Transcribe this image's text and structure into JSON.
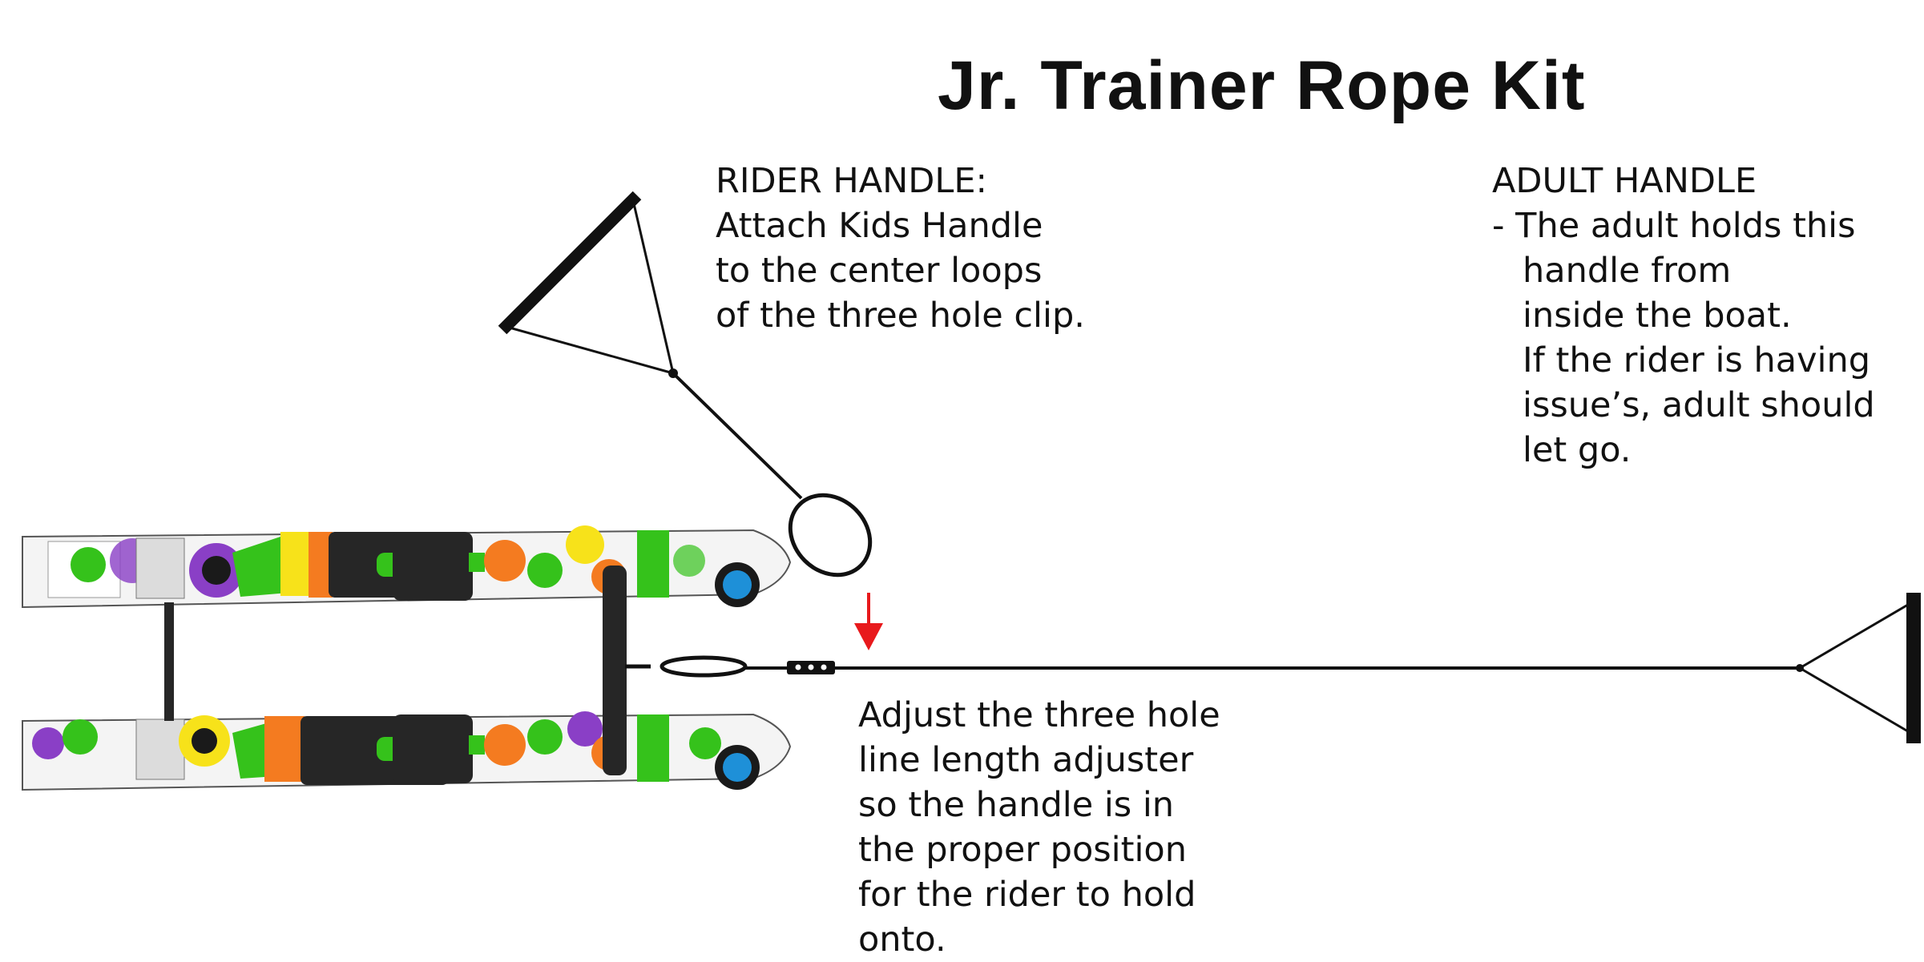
{
  "title": "Jr. Trainer Rope Kit",
  "rider_handle": {
    "heading": "RIDER HANDLE:",
    "lines": [
      "Attach Kids Handle",
      "to the center loops",
      "of the three hole clip."
    ]
  },
  "adult_handle": {
    "heading": "ADULT HANDLE",
    "lines": [
      "- The adult holds this",
      "handle from",
      "inside the boat.",
      "If the rider is having",
      "issue’s, adult should",
      "let go."
    ]
  },
  "adjuster": {
    "lines": [
      "Adjust the three hole",
      "line length adjuster",
      "so the handle is in",
      "the proper position",
      "for the rider to hold",
      "onto."
    ]
  },
  "colors": {
    "line": "#111111",
    "arrow": "#e8191c",
    "ski_base": "#f4f4f4",
    "binding": "#262626",
    "green": "#35c21b",
    "yellow": "#f7e21a",
    "orange": "#f47b20",
    "purple": "#8a3fc6",
    "blue": "#1e90d8"
  }
}
